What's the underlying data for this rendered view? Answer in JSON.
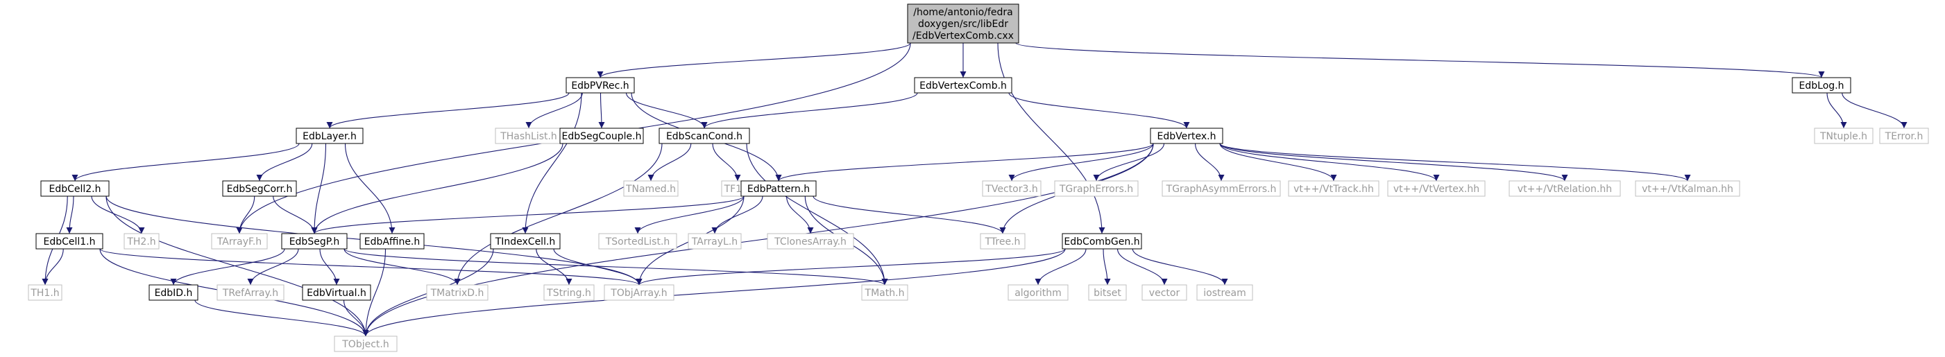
{
  "graph": {
    "root": [
      "/home/antonio/fedra",
      "doxygen/src/libEdr",
      "/EdbVertexComb.cxx"
    ],
    "nodes": {
      "root": "EdbVertexComb.cxx",
      "EdbPVRec": "EdbPVRec.h",
      "EdbVertexComb": "EdbVertexComb.h",
      "EdbLog": "EdbLog.h",
      "EdbLayer": "EdbLayer.h",
      "THashList": "THashList.h",
      "EdbSegCouple": "EdbSegCouple.h",
      "EdbScanCond": "EdbScanCond.h",
      "EdbVertex": "EdbVertex.h",
      "TNtuple": "TNtuple.h",
      "TError": "TError.h",
      "EdbCell2": "EdbCell2.h",
      "EdbSegCorr": "EdbSegCorr.h",
      "TNamed": "TNamed.h",
      "TF1": "TF1.h",
      "EdbPattern": "EdbPattern.h",
      "TVector3": "TVector3.h",
      "TGraphErrors": "TGraphErrors.h",
      "TGraphAsymmErrors": "TGraphAsymmErrors.h",
      "VtTrack": "vt++/VtTrack.hh",
      "VtVertex": "vt++/VtVertex.hh",
      "VtRelation": "vt++/VtRelation.hh",
      "VtKalman": "vt++/VtKalman.hh",
      "EdbCell1": "EdbCell1.h",
      "TH2": "TH2.h",
      "TArrayF": "TArrayF.h",
      "EdbSegP": "EdbSegP.h",
      "EdbAffine": "EdbAffine.h",
      "TIndexCell": "TIndexCell.h",
      "TSortedList": "TSortedList.h",
      "TArrayL": "TArrayL.h",
      "TClonesArray": "TClonesArray.h",
      "TTree": "TTree.h",
      "EdbCombGen": "EdbCombGen.h",
      "TH1": "TH1.h",
      "EdbID": "EdbID.h",
      "TRefArray": "TRefArray.h",
      "EdbVirtual": "EdbVirtual.h",
      "TMatrixD": "TMatrixD.h",
      "TString": "TString.h",
      "TObjArray": "TObjArray.h",
      "TMath": "TMath.h",
      "algorithm": "algorithm",
      "bitset": "bitset",
      "vector": "vector",
      "iostream": "iostream",
      "TObject": "TObject.h"
    },
    "colors": {
      "edge": "#191970",
      "root_fill": "#bfbfbf",
      "local_border": "#000000",
      "external_border": "#bfbfbf",
      "external_text": "#9a9a9a"
    }
  }
}
